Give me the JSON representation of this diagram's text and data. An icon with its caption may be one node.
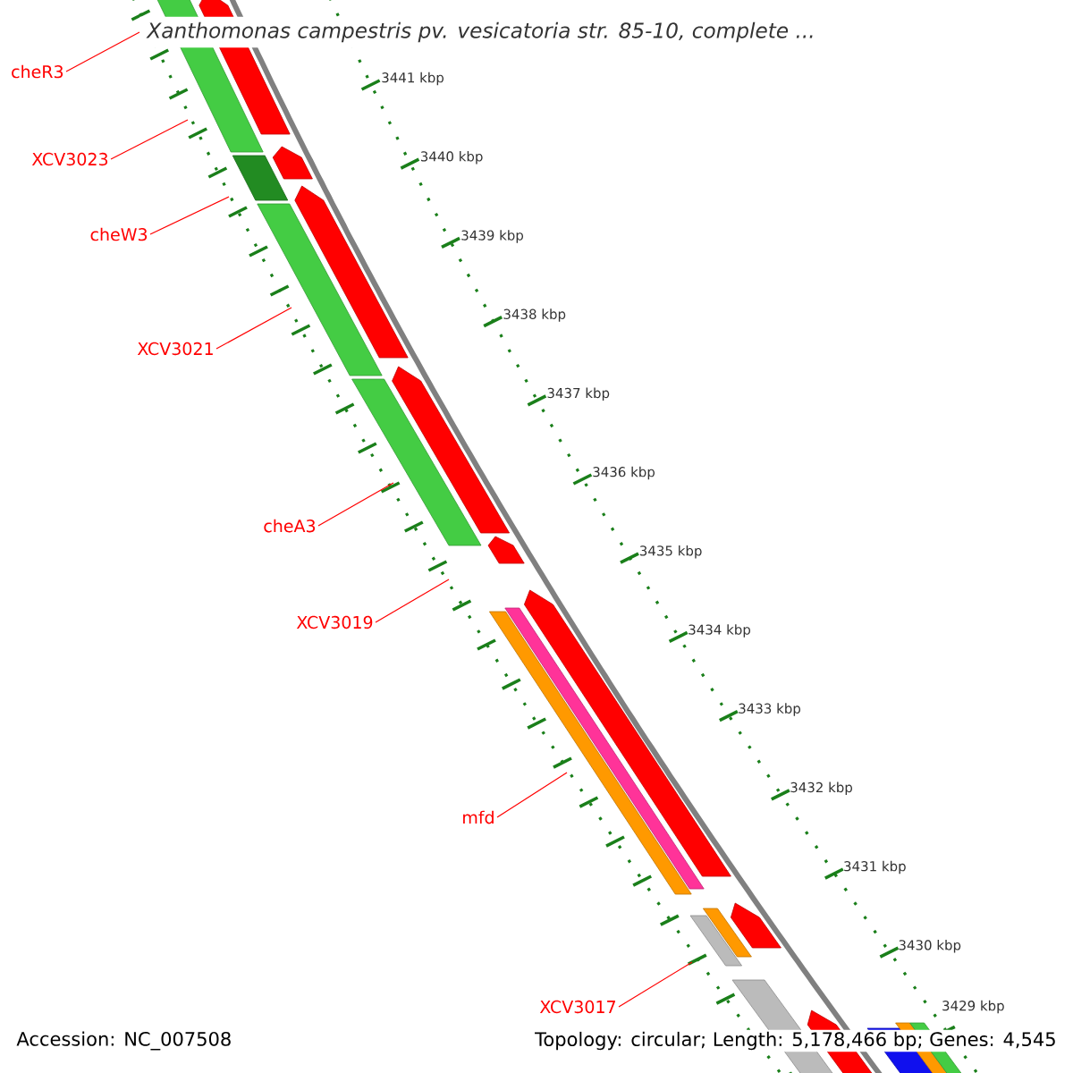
{
  "diagram": {
    "title": "Xanthomonas campestris pv. vesicatoria str. 85-10, complete ...",
    "nodes": [
      {
        "text": [
          "cheR3"
        ]
      },
      {
        "text": [
          "XCV3023"
        ]
      },
      {
        "text": [
          "cheW3"
        ]
      },
      {
        "text": [
          "XCV3021"
        ]
      },
      {
        "text": [
          "cheA3"
        ]
      },
      {
        "text": [
          "XCV3019"
        ]
      },
      {
        "text": [
          "mfd"
        ]
      },
      {
        "text": [
          "XCV3017"
        ]
      }
    ],
    "edges": [
      {
        "from": 0,
        "to": null,
        "arrow": "none"
      },
      {
        "from": 1,
        "to": null,
        "arrow": "none"
      },
      {
        "from": 2,
        "to": null,
        "arrow": "none"
      },
      {
        "from": 3,
        "to": null,
        "arrow": "none"
      },
      {
        "from": 4,
        "to": null,
        "arrow": "none"
      },
      {
        "from": 5,
        "to": null,
        "arrow": "none"
      },
      {
        "from": 6,
        "to": null,
        "arrow": "none"
      },
      {
        "from": 7,
        "to": null,
        "arrow": "none"
      }
    ],
    "labels": [
      "3441 kbp",
      "3440 kbp",
      "3439 kbp",
      "3438 kbp",
      "3437 kbp",
      "3436 kbp",
      "3435 kbp",
      "3434 kbp",
      "3433 kbp",
      "3432 kbp",
      "3431 kbp",
      "3430 kbp",
      "3429 kbp",
      "Accession: NC_007508",
      "Topology: circular; Length: 5,178,466 bp; Genes: 4,545"
    ]
  }
}
